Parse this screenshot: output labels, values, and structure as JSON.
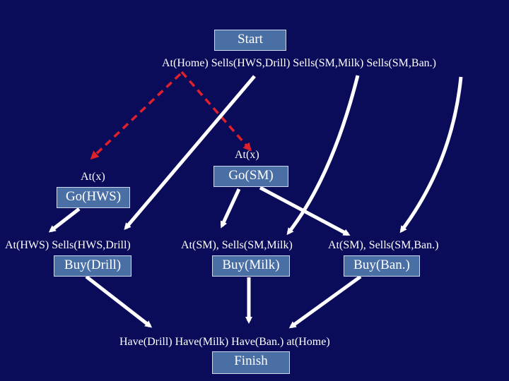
{
  "nodes": {
    "start": "Start",
    "start_effects": "At(Home) Sells(HWS,Drill) Sells(SM,Milk) Sells(SM,Ban.)",
    "go_hws_precond": "At(x)",
    "go_hws": "Go(HWS)",
    "go_sm_precond": "At(x)",
    "go_sm": "Go(SM)",
    "buy_drill_precond": "At(HWS) Sells(HWS,Drill)",
    "buy_drill": "Buy(Drill)",
    "buy_milk_precond": "At(SM), Sells(SM,Milk)",
    "buy_milk": "Buy(Milk)",
    "buy_ban_precond": "At(SM), Sells(SM,Ban.)",
    "buy_ban": "Buy(Ban.)",
    "finish_precond": "Have(Drill) Have(Milk) Have(Ban.) at(Home)",
    "finish": "Finish"
  },
  "colors": {
    "background": "#0a0c5a",
    "box_fill": "#4a6fa5",
    "arrow": "#ffffff",
    "dashed_arrow": "#e0202a"
  }
}
